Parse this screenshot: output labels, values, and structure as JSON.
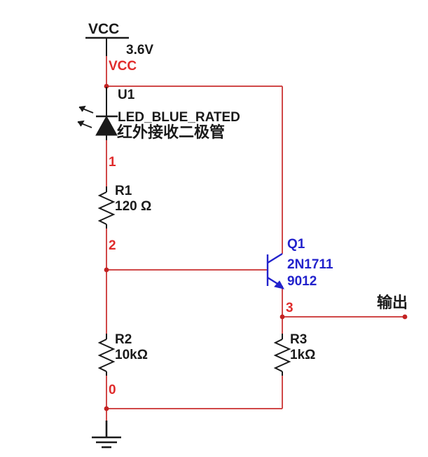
{
  "diagram": {
    "title": "Infrared receiver diode transistor amplifier schematic",
    "colors": {
      "wire": "#d04848",
      "wire_dark": "#c03030",
      "component": "#1a1a1a",
      "node_label": "#e02b2b",
      "transistor": "#2222cc",
      "background": "#ffffff"
    }
  },
  "power": {
    "rail_symbol_label": "VCC",
    "voltage": "3.6V",
    "net_label": "VCC"
  },
  "components": {
    "u1": {
      "ref": "U1",
      "model": "LED_BLUE_RATED",
      "description": "红外接收二极管",
      "symbol": "photodiode-symbol"
    },
    "r1": {
      "ref": "R1",
      "value": "120 Ω",
      "symbol": "resistor-symbol"
    },
    "r2": {
      "ref": "R2",
      "value": "10kΩ",
      "symbol": "resistor-symbol"
    },
    "r3": {
      "ref": "R3",
      "value": "1kΩ",
      "symbol": "resistor-symbol"
    },
    "q1": {
      "ref": "Q1",
      "model": "2N1711",
      "alt_model": "9012",
      "symbol": "npn-transistor-symbol"
    },
    "ground": {
      "symbol": "ground-symbol"
    }
  },
  "nodes": {
    "n1": "1",
    "n2": "2",
    "n3": "3",
    "n0": "0"
  },
  "terminals": {
    "output": "输出"
  }
}
